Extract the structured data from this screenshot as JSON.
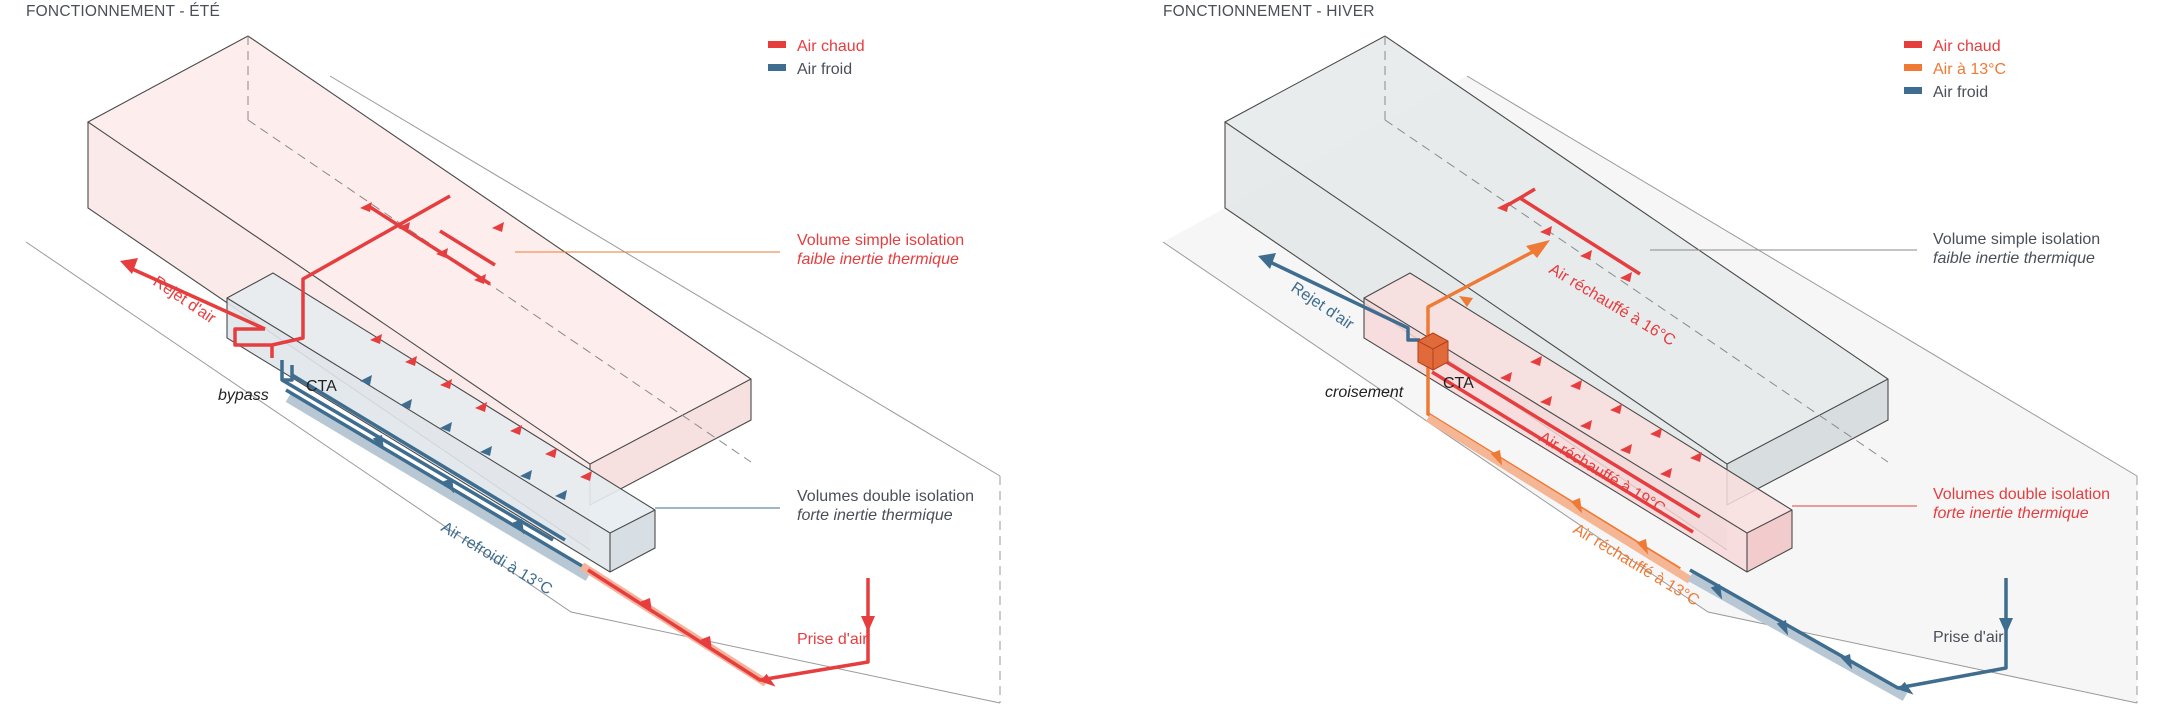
{
  "colors": {
    "hot": "#e63d3f",
    "mid": "#ee7a35",
    "cold": "#3f6d8f",
    "text": "#4a4f59"
  },
  "summer": {
    "title": "FONCTIONNEMENT - ÉTÉ",
    "legend": [
      {
        "label": "Air chaud",
        "color": "#e63d3f"
      },
      {
        "label": "Air froid",
        "color": "#3f6d8f"
      }
    ],
    "volume_simple": {
      "line1": "Volume simple isolation",
      "line2": "faible inertie thermique"
    },
    "volume_double": {
      "line1": "Volumes double isolation",
      "line2": "forte inertie thermique"
    },
    "rejet": "Rejet d'air",
    "bypass": "bypass",
    "cta": "CTA",
    "air_refroidi": "Air refroidi à 13°C",
    "prise": "Prise d'air"
  },
  "winter": {
    "title": "FONCTIONNEMENT - HIVER",
    "legend": [
      {
        "label": "Air chaud",
        "color": "#e63d3f"
      },
      {
        "label": "Air à 13°C",
        "color": "#ee7a35"
      },
      {
        "label": "Air froid",
        "color": "#3f6d8f"
      }
    ],
    "volume_simple": {
      "line1": "Volume simple isolation",
      "line2": "faible inertie thermique"
    },
    "volume_double": {
      "line1": "Volumes double isolation",
      "line2": "forte inertie thermique"
    },
    "rejet": "Rejet d'air",
    "croisement": "croisement",
    "cta": "CTA",
    "air16": "Air réchauffé à 16°C",
    "air19": "Air réchauffé à 19°C",
    "air13": "Air réchauffé à 13°C",
    "prise": "Prise d'air"
  }
}
